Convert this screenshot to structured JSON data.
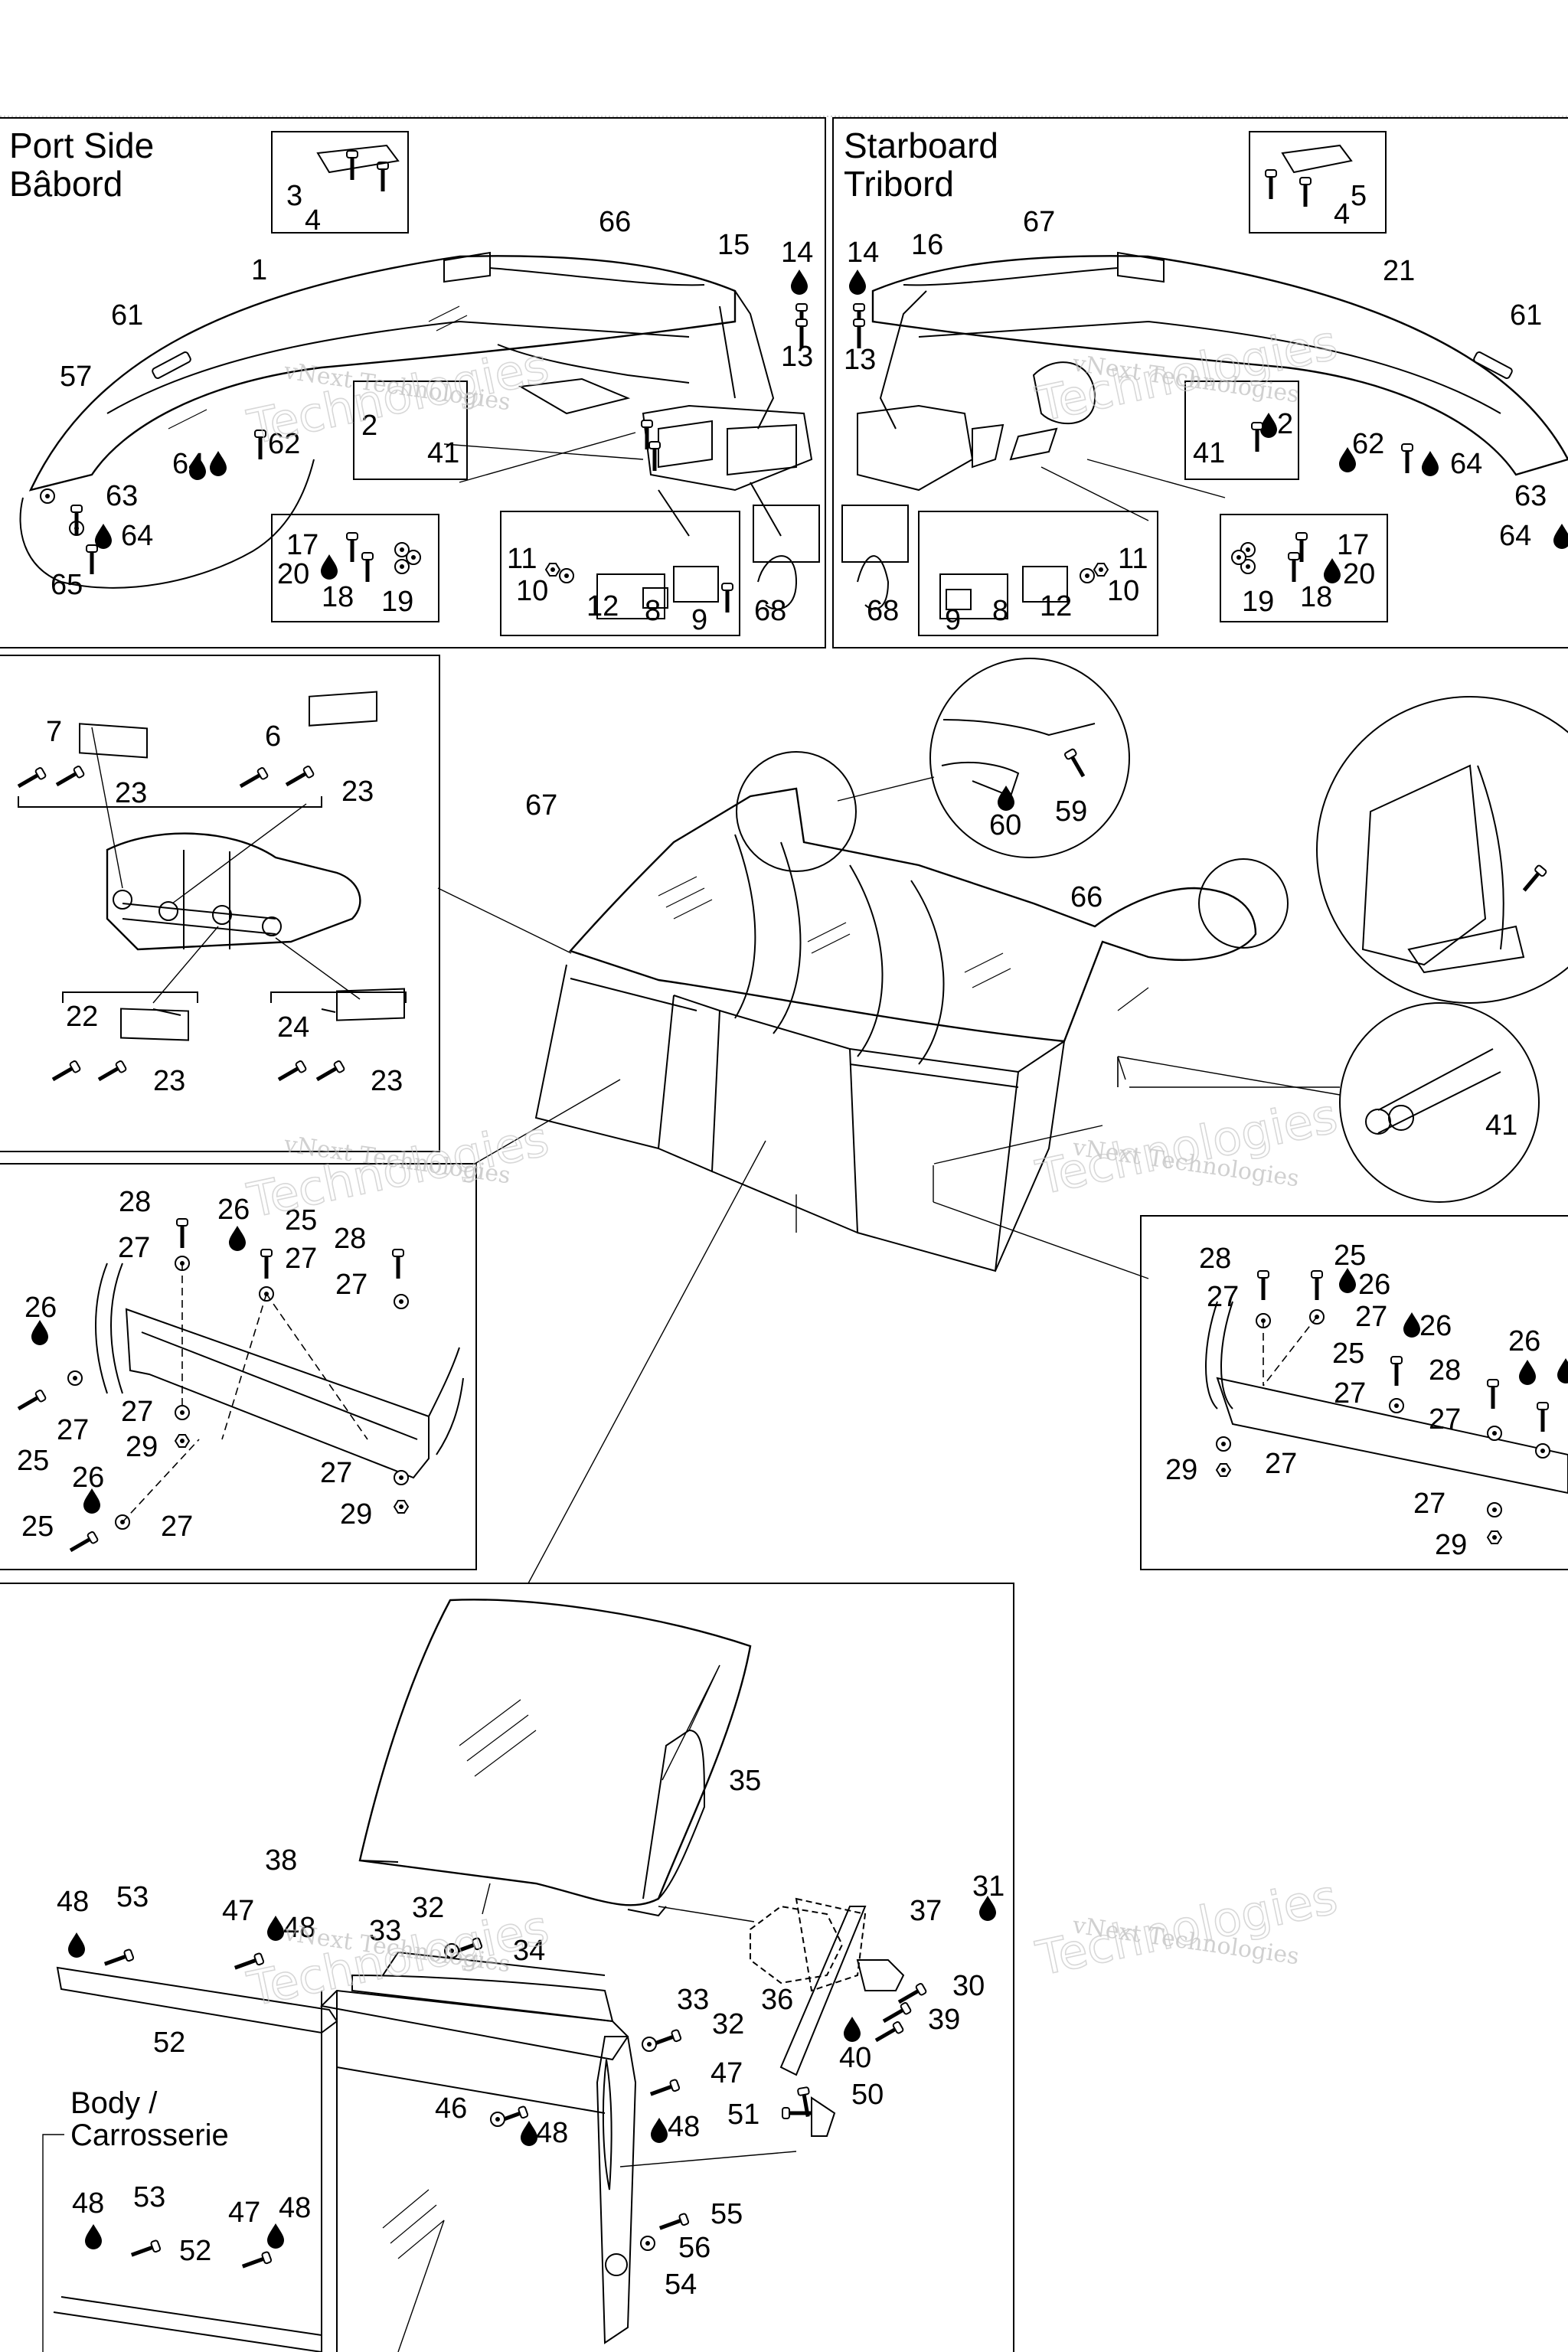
{
  "panels": {
    "port": {
      "title_line1": "Port Side",
      "title_line2": "Bâbord"
    },
    "starboard": {
      "title_line1": "Starboard",
      "title_line2": "Tribord"
    },
    "body": {
      "label_line1": "Body /",
      "label_line2": "Carrosserie"
    }
  },
  "watermark": {
    "line1": "vNext Technologies",
    "line2": "Technologies"
  },
  "callouts": {
    "c1": "1",
    "c3": "3",
    "c4": "4",
    "c66": "66",
    "c15": "15",
    "c14": "14",
    "c13": "13",
    "c61": "61",
    "c57": "57",
    "c62": "62",
    "c64": "64",
    "c63": "63",
    "c64b": "64",
    "c65": "65",
    "c2": "2",
    "c41": "41",
    "c17": "17",
    "c20": "20",
    "c18": "18",
    "c19": "19",
    "c11": "11",
    "c10": "10",
    "c12": "12",
    "c8": "8",
    "c9": "9",
    "c68": "68",
    "s14": "14",
    "s16": "16",
    "s67": "67",
    "s5": "5",
    "s4": "4",
    "s21": "21",
    "s61": "61",
    "s13": "13",
    "s41": "41",
    "s2": "2",
    "s62": "62",
    "s64": "64",
    "s63": "63",
    "s64b": "64",
    "s68": "68",
    "s9": "9",
    "s8": "8",
    "s12": "12",
    "s11": "11",
    "s10": "10",
    "s17": "17",
    "s20": "20",
    "s19": "19",
    "s18": "18",
    "h7": "7",
    "h23a": "23",
    "h6": "6",
    "h23b": "23",
    "h22": "22",
    "h23c": "23",
    "h24": "24",
    "h23d": "23",
    "m67": "67",
    "m60": "60",
    "m59": "59",
    "m66": "66",
    "m41": "41",
    "b28": "28",
    "b26": "26",
    "b25": "25",
    "b27a": "27",
    "b27b": "27",
    "b28b": "28",
    "b27c": "27",
    "b26b": "26",
    "b27d": "27",
    "b25b": "25",
    "b27e": "27",
    "b29": "29",
    "b27f": "27",
    "b29b": "29",
    "b26c": "26",
    "b25c": "25",
    "b27g": "27",
    "r28": "28",
    "r25": "25",
    "r26": "26",
    "r27": "27",
    "r27b": "27",
    "r26b": "26",
    "r25b": "25",
    "r26c": "26",
    "r28b": "28",
    "r27c": "27",
    "r27d": "27",
    "r29": "29",
    "r27e": "27",
    "r27f": "27",
    "r29b": "29",
    "d35": "35",
    "d38": "38",
    "d31": "31",
    "d37": "37",
    "d48": "48",
    "d53": "53",
    "d47": "47",
    "d48b": "48",
    "d32": "32",
    "d33": "33",
    "d34": "34",
    "d30": "30",
    "d36": "36",
    "d39": "39",
    "d40": "40",
    "d52": "52",
    "d33b": "33",
    "d32b": "32",
    "d47b": "47",
    "d46": "46",
    "d48c": "48",
    "d48d": "48",
    "d51": "51",
    "d50": "50",
    "d48e": "48",
    "d53b": "53",
    "d47c": "47",
    "d48f": "48",
    "d52b": "52",
    "d55": "55",
    "d56": "56",
    "d54": "54"
  }
}
